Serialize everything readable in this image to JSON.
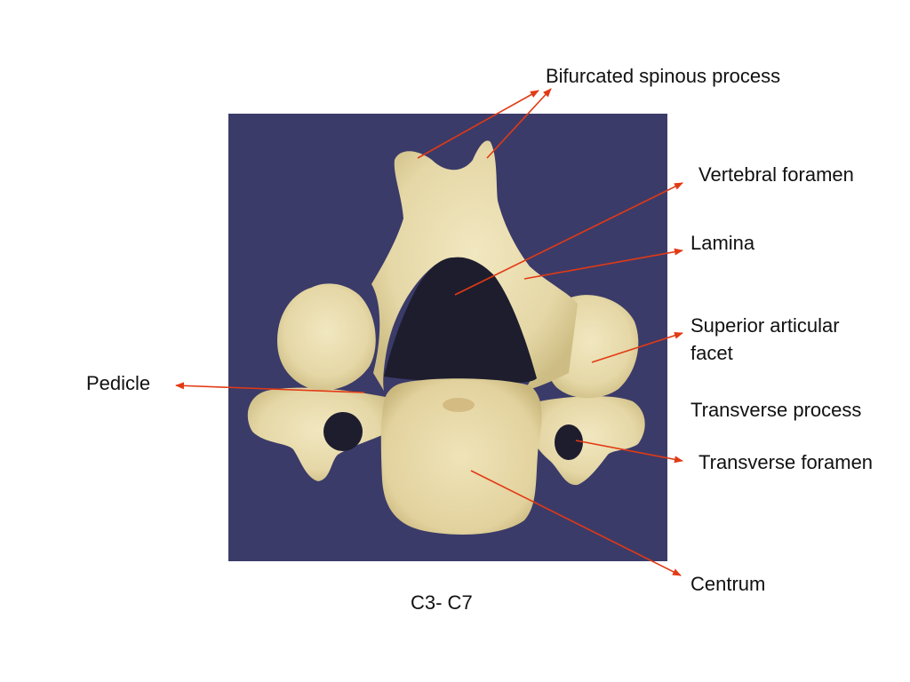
{
  "slide": {
    "caption": "C3- C7",
    "background_color": "#ffffff",
    "photo_background_color": "#3f3f6e",
    "bone_color": "#e8dcae",
    "arrow_color": "#e23a14"
  },
  "labels": {
    "bifurcated": "Bifurcated spinous process",
    "vertebral_foramen": "Vertebral foramen",
    "lamina": "Lamina",
    "superior_articular_1": "Superior articular",
    "superior_articular_2": "facet",
    "transverse_process": "Transverse process",
    "transverse_foramen": "Transverse foramen",
    "centrum": "Centrum",
    "pedicle": "Pedicle"
  }
}
